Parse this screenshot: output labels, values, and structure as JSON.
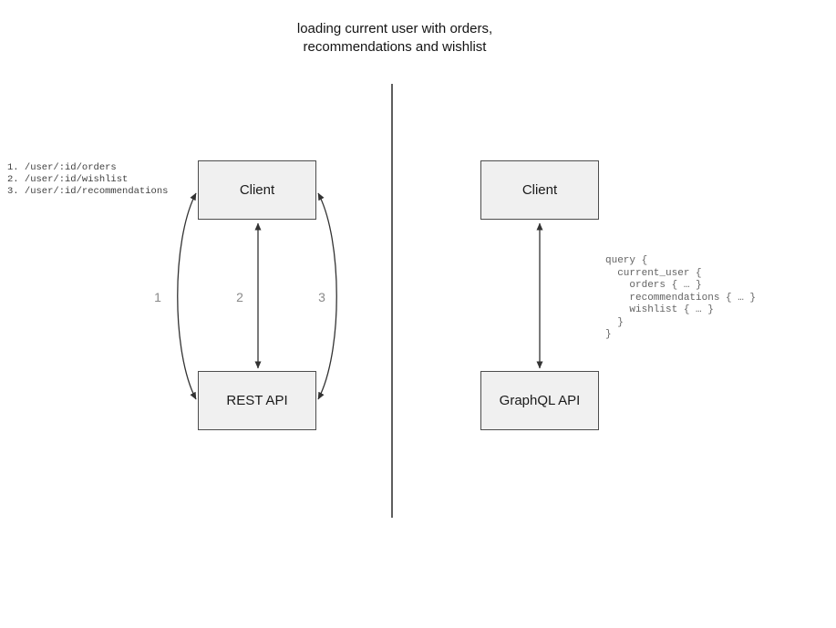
{
  "title": {
    "line1": "loading current user with orders,",
    "line2": "recommendations and wishlist"
  },
  "left_panel": {
    "endpoints": [
      "1. /user/:id/orders",
      "2. /user/:id/wishlist",
      "3. /user/:id/recommendations"
    ],
    "client_label": "Client",
    "api_label": "REST API",
    "arrow_labels": [
      "1",
      "2",
      "3"
    ]
  },
  "right_panel": {
    "client_label": "Client",
    "api_label": "GraphQL API",
    "query_lines": [
      "query {",
      "  current_user {",
      "    orders { … }",
      "    recommendations { … }",
      "    wishlist { … }",
      "  }",
      "}"
    ]
  },
  "colors": {
    "box_fill": "#f0f0f0",
    "box_border": "#4d4d4d",
    "arrow": "#333333",
    "arrow_number_gray": "#8a8a8a",
    "code_gray": "#636363",
    "divider": "#5e5e5e"
  }
}
